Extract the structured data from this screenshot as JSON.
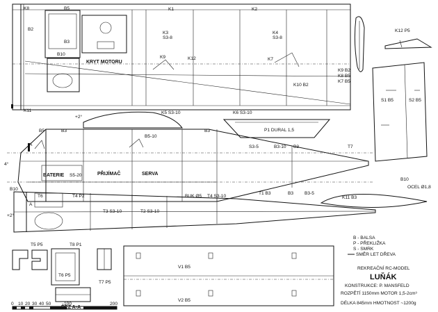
{
  "labels": {
    "k8": "K8",
    "b5_top": "B5",
    "k1": "K1",
    "k2": "K2",
    "k12p5": "K12 P5",
    "b2": "B2",
    "b3_top": "B3",
    "k3": "K3",
    "k3s": "S3-8",
    "k4": "K4",
    "k4s": "S3-8",
    "b10_top": "B10",
    "kryt": "KRYT MOTORU",
    "k9": "K9",
    "k12": "K12",
    "k7": "K7",
    "k9b2": "K9 B2",
    "k8b5": "K8 B5",
    "k7b5": "K7 B5",
    "k10b2": "K10 B2",
    "s1b5": "S1 B5",
    "s2b5": "S2 B5",
    "k11": "K11",
    "k5s": "K5 S3-10",
    "k6s": "K6 S3-10",
    "plus2_top": "+2°",
    "b5_fuse": "B5",
    "b3_fuse1": "B3",
    "b5_10": "B5-10",
    "b3_fuse2": "B3",
    "p1dural": "P1 DURAL 1,5",
    "a_top": "A",
    "s35": "S3-5",
    "b310": "B3-10",
    "b3_mid": "B3",
    "t7": "T7",
    "plus4": "4°",
    "baterie": "BATERIE",
    "s520": "S5-20",
    "prijimac": "PŘIJÍMAČ",
    "serva": "SERVA",
    "b10_right": "B10",
    "ocel": "OCEL Ø1,8",
    "b10_left": "B10",
    "t6": "T6",
    "t4p2": "T4 P2",
    "t1b3": "T1 B3",
    "b3_r1": "B3",
    "b35": "B3-5",
    "a_low": "A",
    "t3s": "T3 S3-10",
    "t2s": "T2 S3-10",
    "buk": "BUK Ø5",
    "t4s": "T4 S3-10",
    "k11b3": "K11 B3",
    "plus2_low": "+2°",
    "t5p5": "T5 P5",
    "t8p1": "T8 P1",
    "v1b5": "V1 B5",
    "v2b5": "V2 B5",
    "t6p5": "T6 P5",
    "t7p5": "T7 P5",
    "rez": "ŘEZ A-A"
  },
  "legend": {
    "b": "B - BALSA",
    "p": "P - PŘEKLIŽKA",
    "s": "S - SMRK",
    "dir": "SMĚR LET DŘEVA"
  },
  "title_block": {
    "subtitle": "REKREAČNÍ RC-MODEL",
    "title": "LUŇÁK",
    "author": "KONSTRUKCE: P. MANSFELD",
    "span": "ROZPĚTÍ 1150mm   MOTOR  1,5-2cm³",
    "length": "DÉLKA   845mm  HMOTNOST ~1200g"
  },
  "scale_bar": {
    "ticks": [
      "0",
      "10",
      "20",
      "30",
      "40",
      "50",
      "100",
      "200"
    ]
  }
}
